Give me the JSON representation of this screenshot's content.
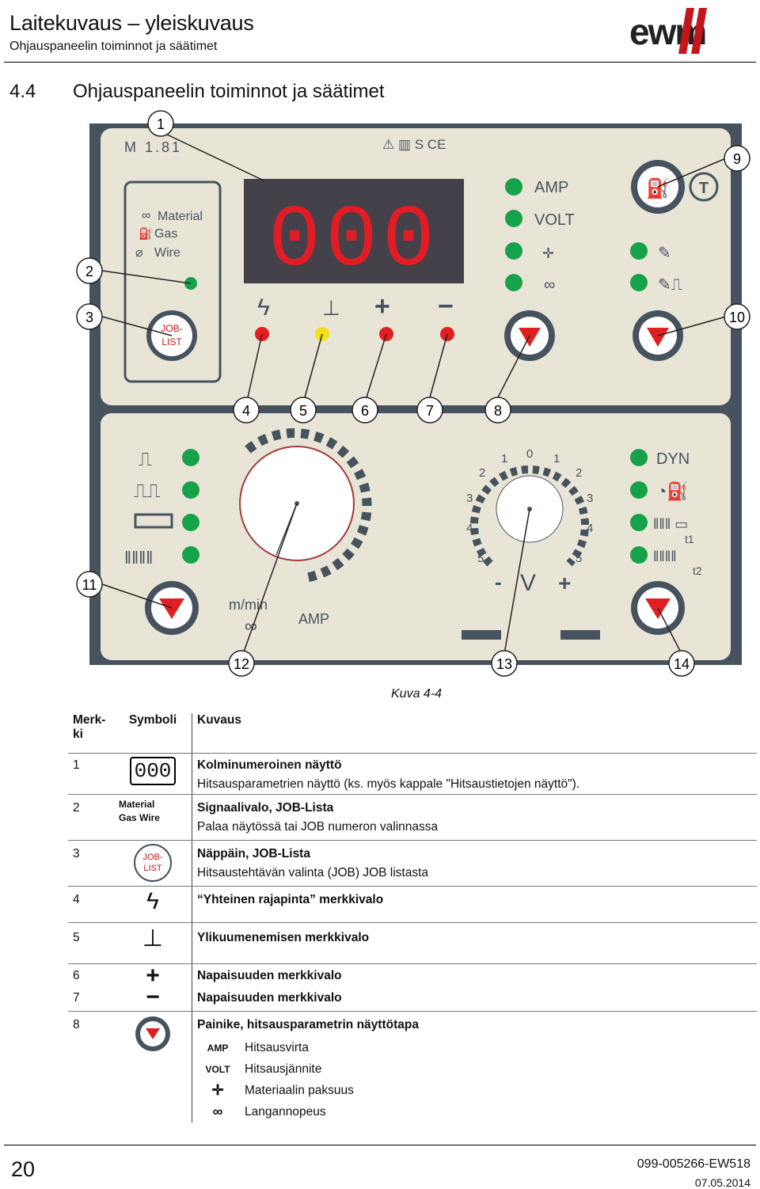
{
  "header": {
    "title": "Laitekuvaus – yleiskuvaus",
    "subtitle": "Ohjauspaneelin toiminnot ja säätimet",
    "logo_text": "ewm"
  },
  "section": {
    "number": "4.4",
    "title": "Ohjauspaneelin toiminnot ja säätimet"
  },
  "panel": {
    "model": "M 1.81",
    "display_value": "000",
    "mode_legend": [
      "Material",
      "Gas",
      "Wire"
    ],
    "job_button": "JOB-LIST",
    "param_labels": [
      "AMP",
      "VOLT"
    ],
    "dyn_label": "DYN",
    "timer_labels": [
      "t1",
      "t2"
    ],
    "wire_knob_labels": [
      "m/min",
      "AMP"
    ],
    "voltage_knob_label": "V",
    "voltage_scale": [
      "5",
      "4",
      "3",
      "2",
      "1",
      "0",
      "1",
      "2",
      "3",
      "4",
      "5"
    ],
    "voltage_signs": [
      "-",
      "+"
    ],
    "callouts": [
      "1",
      "2",
      "3",
      "4",
      "5",
      "6",
      "7",
      "8",
      "9",
      "10",
      "11",
      "12",
      "13",
      "14"
    ],
    "colors": {
      "panel_bg": "#e8e5d7",
      "frame": "#46535e",
      "led_green": "#16a24a",
      "led_red": "#e02020",
      "led_yellow": "#f2e21a",
      "display_red": "#e21c24"
    }
  },
  "caption": "Kuva 4-4",
  "table": {
    "headers": [
      "Merk-ki",
      "Symboli",
      "Kuvaus"
    ],
    "rows": [
      {
        "no": "1",
        "symbol": "000",
        "title": "Kolminumeroinen näyttö",
        "text": "Hitsausparametrien näyttö (ks. myös kappale \"Hitsaustietojen näyttö\")."
      },
      {
        "no": "2",
        "symbol": "Material Gas Wire",
        "title": "Signaalivalo, JOB-Lista",
        "text": "Palaa näytössä tai  JOB numeron valinnassa"
      },
      {
        "no": "3",
        "symbol": "JOB-LIST",
        "title": "Näppäin, JOB-Lista",
        "text": "Hitsaustehtävän valinta (JOB) JOB listasta"
      },
      {
        "no": "4",
        "symbol": "signal",
        "title": "“Yhteinen rajapinta” merkkivalo",
        "text": ""
      },
      {
        "no": "5",
        "symbol": "temperature",
        "title": "Ylikuumenemisen merkkivalo",
        "text": ""
      },
      {
        "no": "6",
        "symbol": "+",
        "title": "Napaisuuden merkkivalo",
        "text": ""
      },
      {
        "no": "7",
        "symbol": "−",
        "title": "Napaisuuden merkkivalo",
        "text": ""
      },
      {
        "no": "8",
        "symbol": "button",
        "title": "Painike, hitsausparametrin näyttötapa",
        "text": ""
      }
    ],
    "subitems": [
      {
        "symbol": "AMP",
        "text": "Hitsausvirta"
      },
      {
        "symbol": "VOLT",
        "text": "Hitsausjännite"
      },
      {
        "symbol": "thickness",
        "text": "Materiaalin paksuus"
      },
      {
        "symbol": "wire",
        "text": "Langannopeus"
      }
    ]
  },
  "footer": {
    "page": "20",
    "doc_number": "099-005266-EW518",
    "date": "07.05.2014"
  }
}
